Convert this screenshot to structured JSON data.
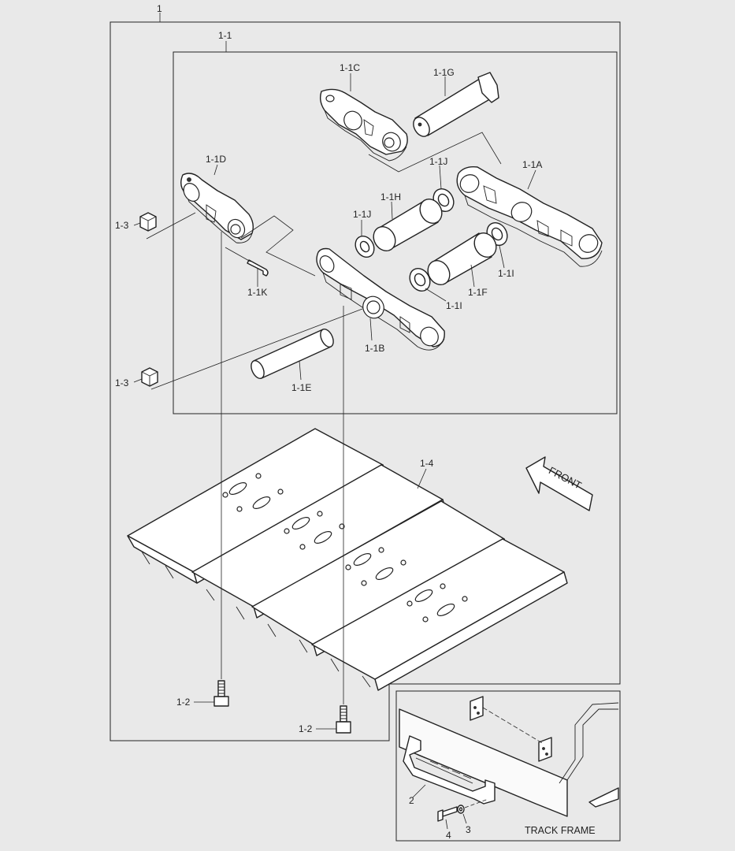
{
  "labels": {
    "assembly": "1",
    "link_assembly": "1-1",
    "link_c": "1-1C",
    "pin_g": "1-1G",
    "link_d": "1-1D",
    "seal_j_upper": "1-1J",
    "link_a": "1-1A",
    "bushing_h": "1-1H",
    "seal_j_left": "1-1J",
    "nut_upper": "1-3",
    "spacer_i_right": "1-1I",
    "bushing_f": "1-1F",
    "spacer_i_lower": "1-1I",
    "lock_k": "1-1K",
    "link_b": "1-1B",
    "nut_lower": "1-3",
    "pin_e": "1-1E",
    "shoe": "1-4",
    "front_arrow": "FRONT",
    "bolt_left": "1-2",
    "bolt_right": "1-2",
    "guard": "2",
    "washer": "3",
    "bolt_guard": "4",
    "track_frame": "TRACK FRAME"
  }
}
